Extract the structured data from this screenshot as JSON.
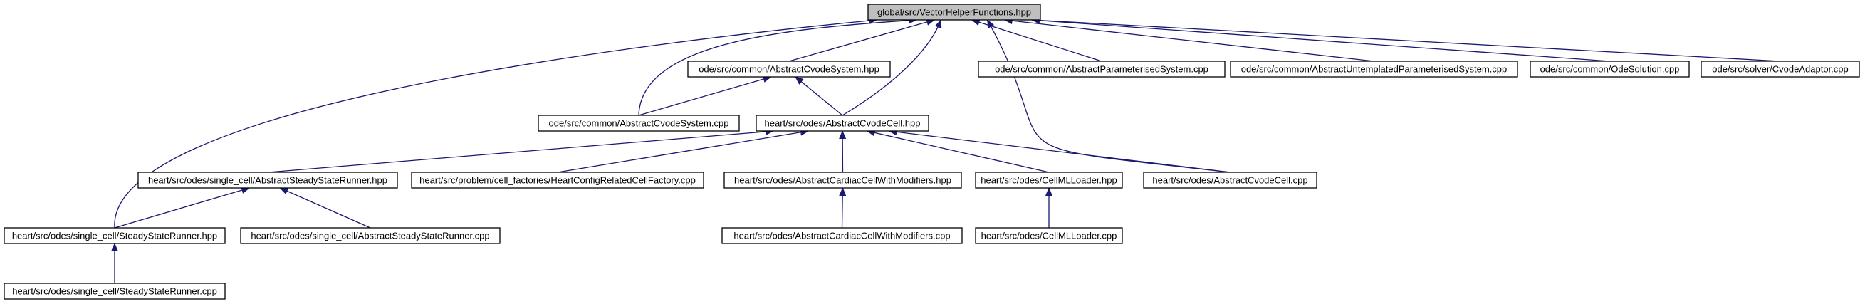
{
  "colors": {
    "edge": "#191970",
    "root_fill": "#bfbfbf",
    "node_fill": "#ffffff",
    "node_border": "#000000",
    "background": "#ffffff"
  },
  "nodes": {
    "root": "global/src/VectorHelperFunctions.hpp",
    "abstract_cvode_system_hpp": "ode/src/common/AbstractCvodeSystem.hpp",
    "abstract_parameterised_system_cpp": "ode/src/common/AbstractParameterisedSystem.cpp",
    "abstract_untemplated_parameterised_system_cpp": "ode/src/common/AbstractUntemplatedParameterisedSystem.cpp",
    "ode_solution_cpp": "ode/src/common/OdeSolution.cpp",
    "cvode_adaptor_cpp": "ode/src/solver/CvodeAdaptor.cpp",
    "abstract_cvode_system_cpp": "ode/src/common/AbstractCvodeSystem.cpp",
    "abstract_cvode_cell_hpp": "heart/src/odes/AbstractCvodeCell.hpp",
    "abstract_steady_state_runner_hpp": "heart/src/odes/single_cell/AbstractSteadyStateRunner.hpp",
    "heart_config_related_cell_factory_cpp": "heart/src/problem/cell_factories/HeartConfigRelatedCellFactory.cpp",
    "abstract_cardiac_cell_with_modifiers_hpp": "heart/src/odes/AbstractCardiacCellWithModifiers.hpp",
    "cellml_loader_hpp": "heart/src/odes/CellMLLoader.hpp",
    "abstract_cvode_cell_cpp": "heart/src/odes/AbstractCvodeCell.cpp",
    "steady_state_runner_hpp": "heart/src/odes/single_cell/SteadyStateRunner.hpp",
    "abstract_steady_state_runner_cpp": "heart/src/odes/single_cell/AbstractSteadyStateRunner.cpp",
    "abstract_cardiac_cell_with_modifiers_cpp": "heart/src/odes/AbstractCardiacCellWithModifiers.cpp",
    "cellml_loader_cpp": "heart/src/odes/CellMLLoader.cpp",
    "steady_state_runner_cpp": "heart/src/odes/single_cell/SteadyStateRunner.cpp"
  },
  "edges": [
    [
      "abstract_cvode_system_hpp",
      "root"
    ],
    [
      "abstract_parameterised_system_cpp",
      "root"
    ],
    [
      "abstract_untemplated_parameterised_system_cpp",
      "root"
    ],
    [
      "ode_solution_cpp",
      "root"
    ],
    [
      "cvode_adaptor_cpp",
      "root"
    ],
    [
      "abstract_cvode_system_cpp",
      "root"
    ],
    [
      "abstract_cvode_cell_hpp",
      "root"
    ],
    [
      "abstract_cvode_cell_cpp",
      "root"
    ],
    [
      "steady_state_runner_hpp",
      "root"
    ],
    [
      "abstract_cvode_system_cpp",
      "abstract_cvode_system_hpp"
    ],
    [
      "abstract_cvode_cell_hpp",
      "abstract_cvode_system_hpp"
    ],
    [
      "abstract_steady_state_runner_hpp",
      "abstract_cvode_cell_hpp"
    ],
    [
      "heart_config_related_cell_factory_cpp",
      "abstract_cvode_cell_hpp"
    ],
    [
      "abstract_cardiac_cell_with_modifiers_hpp",
      "abstract_cvode_cell_hpp"
    ],
    [
      "cellml_loader_hpp",
      "abstract_cvode_cell_hpp"
    ],
    [
      "abstract_cvode_cell_cpp",
      "abstract_cvode_cell_hpp"
    ],
    [
      "steady_state_runner_hpp",
      "abstract_steady_state_runner_hpp"
    ],
    [
      "abstract_steady_state_runner_cpp",
      "abstract_steady_state_runner_hpp"
    ],
    [
      "abstract_cardiac_cell_with_modifiers_cpp",
      "abstract_cardiac_cell_with_modifiers_hpp"
    ],
    [
      "cellml_loader_cpp",
      "cellml_loader_hpp"
    ],
    [
      "steady_state_runner_cpp",
      "steady_state_runner_hpp"
    ]
  ]
}
